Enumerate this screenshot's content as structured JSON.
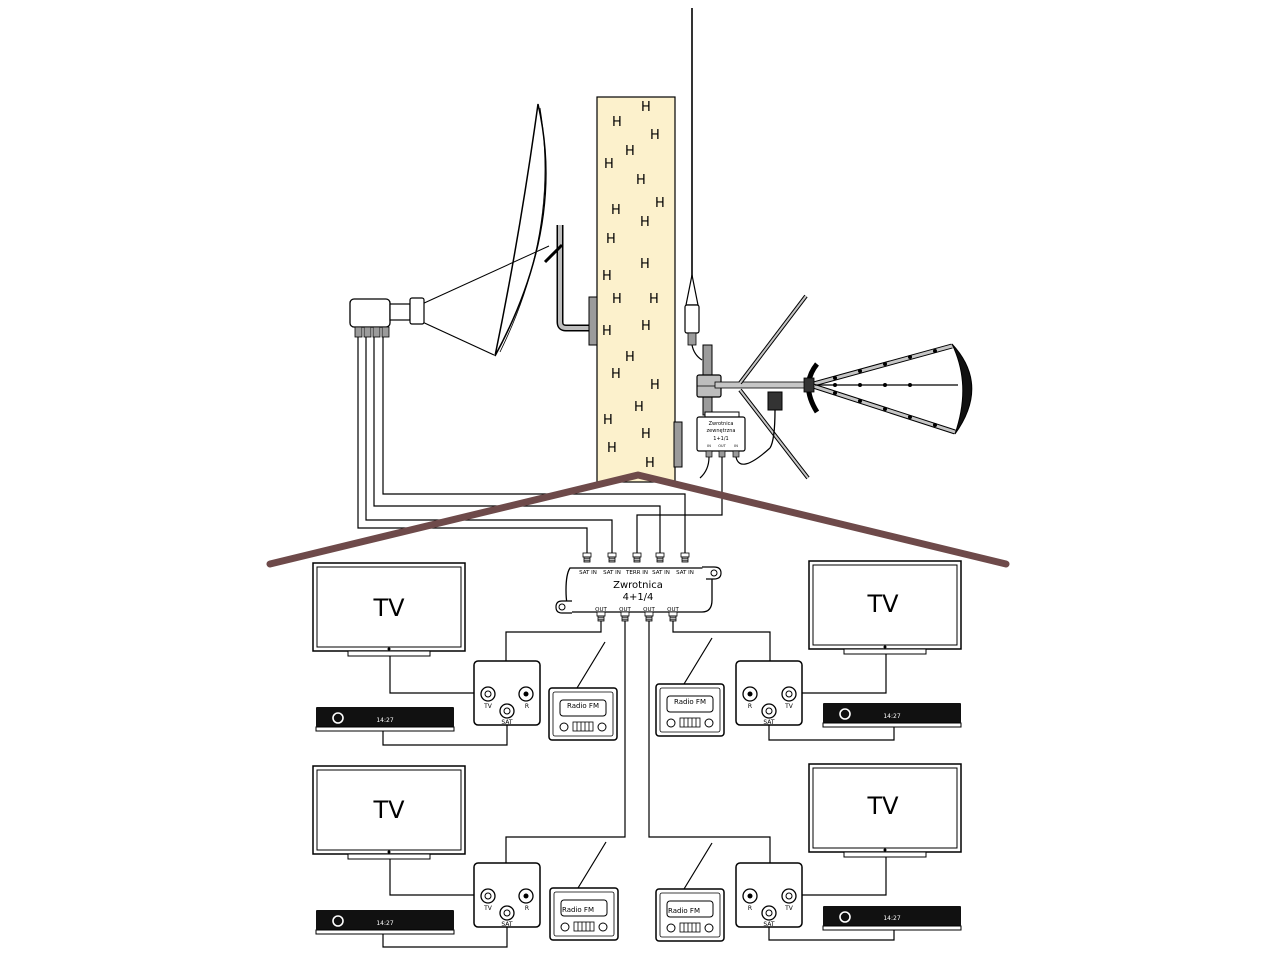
{
  "colors": {
    "wall_fill": "#fcf1cc",
    "roof": "#6e4a4a",
    "line": "#000000",
    "metal": "#b8b8b8",
    "dark_metal": "#444444"
  },
  "splitter_main": {
    "title": "Zwrotnica",
    "subtitle": "4+1/4",
    "inputs": [
      "SAT IN",
      "SAT IN",
      "TERR IN",
      "SAT IN",
      "SAT IN"
    ],
    "outputs": [
      "OUT",
      "OUT",
      "OUT",
      "OUT"
    ]
  },
  "splitter_outdoor": {
    "line1": "Zwrotnica",
    "line2": "zewnętrzna",
    "line3": "1+1/1",
    "ports": [
      "IN",
      "OUT",
      "IN"
    ]
  },
  "tv_label": "TV",
  "decoder_time": "14:27",
  "radio_label": "Radio FM",
  "socket_labels": {
    "tv": "TV",
    "r": "R",
    "sat": "SAT"
  },
  "wall_mark": "H"
}
